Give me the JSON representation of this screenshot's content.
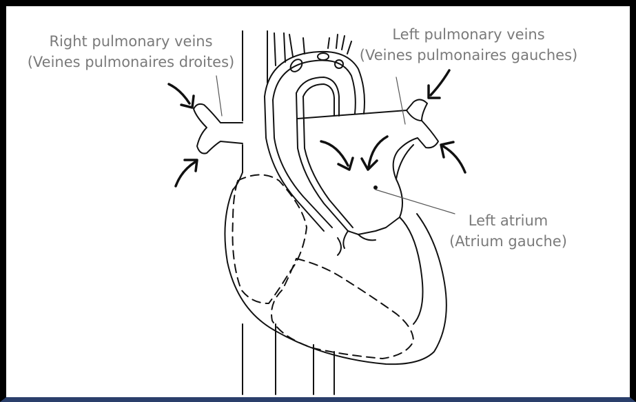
{
  "labels": {
    "right_pulmonary_veins": {
      "en": "Right pulmonary veins",
      "fr": "(Veines pulmonaires droites)"
    },
    "left_pulmonary_veins": {
      "en": "Left pulmonary veins",
      "fr": "(Veines pulmonaires gauches)"
    },
    "left_atrium": {
      "en": "Left atrium",
      "fr": "(Atrium gauche)"
    }
  },
  "colors": {
    "label_text": "#7a7a7a",
    "outline": "#111111",
    "frame": "#000000",
    "frame_bottom": "#2a3f6b"
  }
}
